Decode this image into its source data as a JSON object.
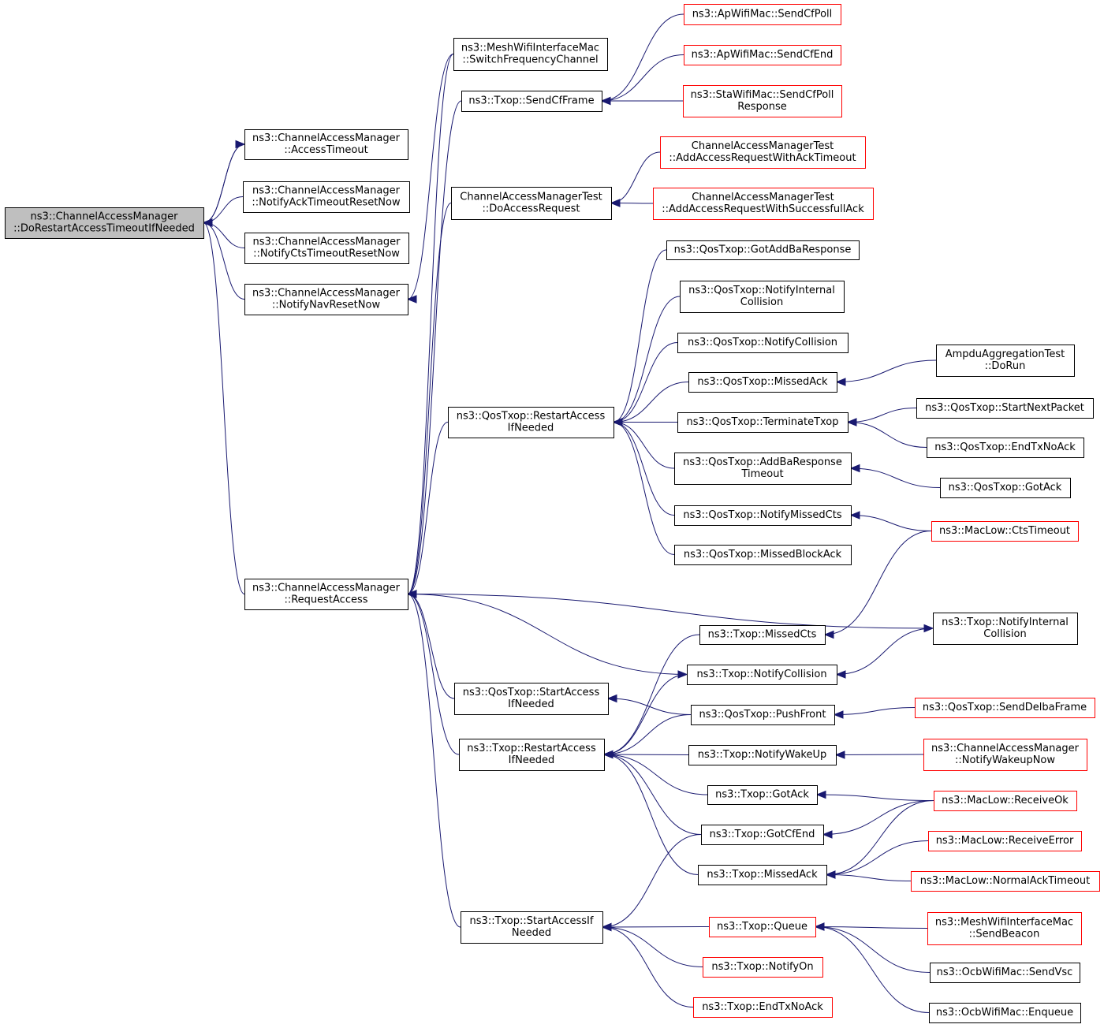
{
  "colors": {
    "edge": "#191970",
    "node_border": "#000000",
    "node_border_truncated": "#ff0000",
    "root_fill": "#bfbfbf",
    "node_fill": "#ffffff",
    "background": "#ffffff"
  },
  "nodes": [
    {
      "id": "root",
      "lines": [
        "ns3::ChannelAccessManager",
        "::DoRestartAccessTimeoutIfNeeded"
      ],
      "style": "root"
    },
    {
      "id": "cam_access_timeout",
      "lines": [
        "ns3::ChannelAccessManager",
        "::AccessTimeout"
      ],
      "style": "normal"
    },
    {
      "id": "cam_notify_ack_timeout_reset",
      "lines": [
        "ns3::ChannelAccessManager",
        "::NotifyAckTimeoutResetNow"
      ],
      "style": "normal"
    },
    {
      "id": "cam_notify_cts_timeout_reset",
      "lines": [
        "ns3::ChannelAccessManager",
        "::NotifyCtsTimeoutResetNow"
      ],
      "style": "normal"
    },
    {
      "id": "cam_notify_nav_reset",
      "lines": [
        "ns3::ChannelAccessManager",
        "::NotifyNavResetNow"
      ],
      "style": "normal"
    },
    {
      "id": "cam_request_access",
      "lines": [
        "ns3::ChannelAccessManager",
        "::RequestAccess"
      ],
      "style": "normal"
    },
    {
      "id": "mesh_switch_freq",
      "lines": [
        "ns3::MeshWifiInterfaceMac",
        "::SwitchFrequencyChannel"
      ],
      "style": "normal"
    },
    {
      "id": "txop_send_cf_frame",
      "lines": [
        "ns3::Txop::SendCfFrame"
      ],
      "style": "normal"
    },
    {
      "id": "camtest_do_access_request",
      "lines": [
        "ChannelAccessManagerTest",
        "::DoAccessRequest"
      ],
      "style": "normal"
    },
    {
      "id": "qostxop_restart_access",
      "lines": [
        "ns3::QosTxop::RestartAccess",
        "IfNeeded"
      ],
      "style": "normal"
    },
    {
      "id": "qostxop_start_access",
      "lines": [
        "ns3::QosTxop::StartAccess",
        "IfNeeded"
      ],
      "style": "normal"
    },
    {
      "id": "txop_restart_access",
      "lines": [
        "ns3::Txop::RestartAccess",
        "IfNeeded"
      ],
      "style": "normal"
    },
    {
      "id": "txop_start_access",
      "lines": [
        "ns3::Txop::StartAccessIf",
        "Needed"
      ],
      "style": "normal"
    },
    {
      "id": "apwifimac_send_cf_poll",
      "lines": [
        "ns3::ApWifiMac::SendCfPoll"
      ],
      "style": "truncated"
    },
    {
      "id": "apwifimac_send_cf_end",
      "lines": [
        "ns3::ApWifiMac::SendCfEnd"
      ],
      "style": "truncated"
    },
    {
      "id": "stawifimac_send_cf_poll_resp",
      "lines": [
        "ns3::StaWifiMac::SendCfPoll",
        "Response"
      ],
      "style": "truncated"
    },
    {
      "id": "camtest_add_ack_timeout",
      "lines": [
        "ChannelAccessManagerTest",
        "::AddAccessRequestWithAckTimeout"
      ],
      "style": "truncated"
    },
    {
      "id": "camtest_add_successful_ack",
      "lines": [
        "ChannelAccessManagerTest",
        "::AddAccessRequestWithSuccessfullAck"
      ],
      "style": "truncated"
    },
    {
      "id": "qostxop_got_addba_response",
      "lines": [
        "ns3::QosTxop::GotAddBaResponse"
      ],
      "style": "normal"
    },
    {
      "id": "qostxop_notify_internal_collision",
      "lines": [
        "ns3::QosTxop::NotifyInternal",
        "Collision"
      ],
      "style": "normal"
    },
    {
      "id": "qostxop_notify_collision",
      "lines": [
        "ns3::QosTxop::NotifyCollision"
      ],
      "style": "normal"
    },
    {
      "id": "qostxop_missed_ack",
      "lines": [
        "ns3::QosTxop::MissedAck"
      ],
      "style": "normal"
    },
    {
      "id": "qostxop_terminate_txop",
      "lines": [
        "ns3::QosTxop::TerminateTxop"
      ],
      "style": "normal"
    },
    {
      "id": "qostxop_addba_response_timeout",
      "lines": [
        "ns3::QosTxop::AddBaResponse",
        "Timeout"
      ],
      "style": "normal"
    },
    {
      "id": "qostxop_notify_missed_cts",
      "lines": [
        "ns3::QosTxop::NotifyMissedCts"
      ],
      "style": "normal"
    },
    {
      "id": "qostxop_missed_block_ack",
      "lines": [
        "ns3::QosTxop::MissedBlockAck"
      ],
      "style": "normal"
    },
    {
      "id": "ampdu_test_do_run",
      "lines": [
        "AmpduAggregationTest",
        "::DoRun"
      ],
      "style": "normal"
    },
    {
      "id": "qostxop_start_next_packet",
      "lines": [
        "ns3::QosTxop::StartNextPacket"
      ],
      "style": "normal"
    },
    {
      "id": "qostxop_end_tx_no_ack",
      "lines": [
        "ns3::QosTxop::EndTxNoAck"
      ],
      "style": "normal"
    },
    {
      "id": "qostxop_got_ack",
      "lines": [
        "ns3::QosTxop::GotAck"
      ],
      "style": "normal"
    },
    {
      "id": "maclow_cts_timeout",
      "lines": [
        "ns3::MacLow::CtsTimeout"
      ],
      "style": "truncated"
    },
    {
      "id": "txop_notify_internal_collision",
      "lines": [
        "ns3::Txop::NotifyInternal",
        "Collision"
      ],
      "style": "normal"
    },
    {
      "id": "txop_missed_cts",
      "lines": [
        "ns3::Txop::MissedCts"
      ],
      "style": "normal"
    },
    {
      "id": "txop_notify_collision",
      "lines": [
        "ns3::Txop::NotifyCollision"
      ],
      "style": "normal"
    },
    {
      "id": "qostxop_push_front",
      "lines": [
        "ns3::QosTxop::PushFront"
      ],
      "style": "normal"
    },
    {
      "id": "qostxop_send_delba_frame",
      "lines": [
        "ns3::QosTxop::SendDelbaFrame"
      ],
      "style": "truncated"
    },
    {
      "id": "txop_notify_wakeup",
      "lines": [
        "ns3::Txop::NotifyWakeUp"
      ],
      "style": "normal"
    },
    {
      "id": "cam_notify_wakeup_now",
      "lines": [
        "ns3::ChannelAccessManager",
        "::NotifyWakeupNow"
      ],
      "style": "truncated"
    },
    {
      "id": "txop_got_ack",
      "lines": [
        "ns3::Txop::GotAck"
      ],
      "style": "normal"
    },
    {
      "id": "maclow_receive_ok",
      "lines": [
        "ns3::MacLow::ReceiveOk"
      ],
      "style": "truncated"
    },
    {
      "id": "txop_got_cf_end",
      "lines": [
        "ns3::Txop::GotCfEnd"
      ],
      "style": "normal"
    },
    {
      "id": "maclow_receive_error",
      "lines": [
        "ns3::MacLow::ReceiveError"
      ],
      "style": "truncated"
    },
    {
      "id": "txop_missed_ack",
      "lines": [
        "ns3::Txop::MissedAck"
      ],
      "style": "normal"
    },
    {
      "id": "maclow_normal_ack_timeout",
      "lines": [
        "ns3::MacLow::NormalAckTimeout"
      ],
      "style": "truncated"
    },
    {
      "id": "txop_queue",
      "lines": [
        "ns3::Txop::Queue"
      ],
      "style": "truncated"
    },
    {
      "id": "mesh_send_beacon",
      "lines": [
        "ns3::MeshWifiInterfaceMac",
        "::SendBeacon"
      ],
      "style": "truncated"
    },
    {
      "id": "ocb_send_vsc",
      "lines": [
        "ns3::OcbWifiMac::SendVsc"
      ],
      "style": "normal"
    },
    {
      "id": "ocb_enqueue",
      "lines": [
        "ns3::OcbWifiMac::Enqueue"
      ],
      "style": "normal"
    },
    {
      "id": "txop_notify_on",
      "lines": [
        "ns3::Txop::NotifyOn"
      ],
      "style": "truncated"
    },
    {
      "id": "txop_end_tx_no_ack",
      "lines": [
        "ns3::Txop::EndTxNoAck"
      ],
      "style": "truncated"
    }
  ],
  "edges": [
    {
      "from": "cam_access_timeout",
      "to": "root"
    },
    {
      "from": "root",
      "to": "cam_access_timeout"
    },
    {
      "from": "cam_notify_ack_timeout_reset",
      "to": "root"
    },
    {
      "from": "cam_notify_cts_timeout_reset",
      "to": "root"
    },
    {
      "from": "cam_notify_nav_reset",
      "to": "root"
    },
    {
      "from": "cam_request_access",
      "to": "root"
    },
    {
      "from": "mesh_switch_freq",
      "to": "cam_notify_nav_reset"
    },
    {
      "from": "mesh_switch_freq",
      "to": "cam_request_access"
    },
    {
      "from": "txop_send_cf_frame",
      "to": "cam_request_access"
    },
    {
      "from": "camtest_do_access_request",
      "to": "cam_request_access"
    },
    {
      "from": "qostxop_restart_access",
      "to": "cam_request_access"
    },
    {
      "from": "qostxop_start_access",
      "to": "cam_request_access"
    },
    {
      "from": "txop_restart_access",
      "to": "cam_request_access"
    },
    {
      "from": "txop_start_access",
      "to": "cam_request_access"
    },
    {
      "from": "cam_request_access",
      "to": "txop_notify_collision"
    },
    {
      "from": "cam_request_access",
      "to": "txop_notify_internal_collision"
    },
    {
      "from": "apwifimac_send_cf_poll",
      "to": "txop_send_cf_frame"
    },
    {
      "from": "apwifimac_send_cf_end",
      "to": "txop_send_cf_frame"
    },
    {
      "from": "stawifimac_send_cf_poll_resp",
      "to": "txop_send_cf_frame"
    },
    {
      "from": "camtest_add_ack_timeout",
      "to": "camtest_do_access_request"
    },
    {
      "from": "camtest_add_successful_ack",
      "to": "camtest_do_access_request"
    },
    {
      "from": "qostxop_got_addba_response",
      "to": "qostxop_restart_access"
    },
    {
      "from": "qostxop_notify_internal_collision",
      "to": "qostxop_restart_access"
    },
    {
      "from": "qostxop_notify_collision",
      "to": "qostxop_restart_access"
    },
    {
      "from": "qostxop_missed_ack",
      "to": "qostxop_restart_access"
    },
    {
      "from": "qostxop_terminate_txop",
      "to": "qostxop_restart_access"
    },
    {
      "from": "qostxop_addba_response_timeout",
      "to": "qostxop_restart_access"
    },
    {
      "from": "qostxop_notify_missed_cts",
      "to": "qostxop_restart_access"
    },
    {
      "from": "qostxop_missed_block_ack",
      "to": "qostxop_restart_access"
    },
    {
      "from": "ampdu_test_do_run",
      "to": "qostxop_missed_ack"
    },
    {
      "from": "qostxop_start_next_packet",
      "to": "qostxop_terminate_txop"
    },
    {
      "from": "qostxop_end_tx_no_ack",
      "to": "qostxop_terminate_txop"
    },
    {
      "from": "qostxop_got_ack",
      "to": "qostxop_addba_response_timeout"
    },
    {
      "from": "maclow_cts_timeout",
      "to": "qostxop_notify_missed_cts"
    },
    {
      "from": "maclow_cts_timeout",
      "to": "txop_missed_cts"
    },
    {
      "from": "txop_notify_internal_collision",
      "to": "txop_notify_collision"
    },
    {
      "from": "txop_missed_cts",
      "to": "txop_restart_access"
    },
    {
      "from": "txop_notify_collision",
      "to": "txop_restart_access"
    },
    {
      "from": "qostxop_push_front",
      "to": "qostxop_start_access"
    },
    {
      "from": "qostxop_push_front",
      "to": "txop_restart_access"
    },
    {
      "from": "qostxop_send_delba_frame",
      "to": "qostxop_push_front"
    },
    {
      "from": "txop_notify_wakeup",
      "to": "txop_restart_access"
    },
    {
      "from": "cam_notify_wakeup_now",
      "to": "txop_notify_wakeup"
    },
    {
      "from": "txop_got_ack",
      "to": "txop_restart_access"
    },
    {
      "from": "maclow_receive_ok",
      "to": "txop_got_ack"
    },
    {
      "from": "maclow_receive_ok",
      "to": "txop_got_cf_end"
    },
    {
      "from": "maclow_receive_ok",
      "to": "txop_missed_ack"
    },
    {
      "from": "txop_got_cf_end",
      "to": "txop_restart_access"
    },
    {
      "from": "txop_got_cf_end",
      "to": "txop_start_access"
    },
    {
      "from": "txop_missed_ack",
      "to": "txop_restart_access"
    },
    {
      "from": "maclow_receive_error",
      "to": "txop_missed_ack"
    },
    {
      "from": "maclow_normal_ack_timeout",
      "to": "txop_missed_ack"
    },
    {
      "from": "txop_queue",
      "to": "txop_start_access"
    },
    {
      "from": "mesh_send_beacon",
      "to": "txop_queue"
    },
    {
      "from": "ocb_send_vsc",
      "to": "txop_queue"
    },
    {
      "from": "ocb_enqueue",
      "to": "txop_queue"
    },
    {
      "from": "txop_notify_on",
      "to": "txop_start_access"
    },
    {
      "from": "txop_end_tx_no_ack",
      "to": "txop_start_access"
    }
  ]
}
